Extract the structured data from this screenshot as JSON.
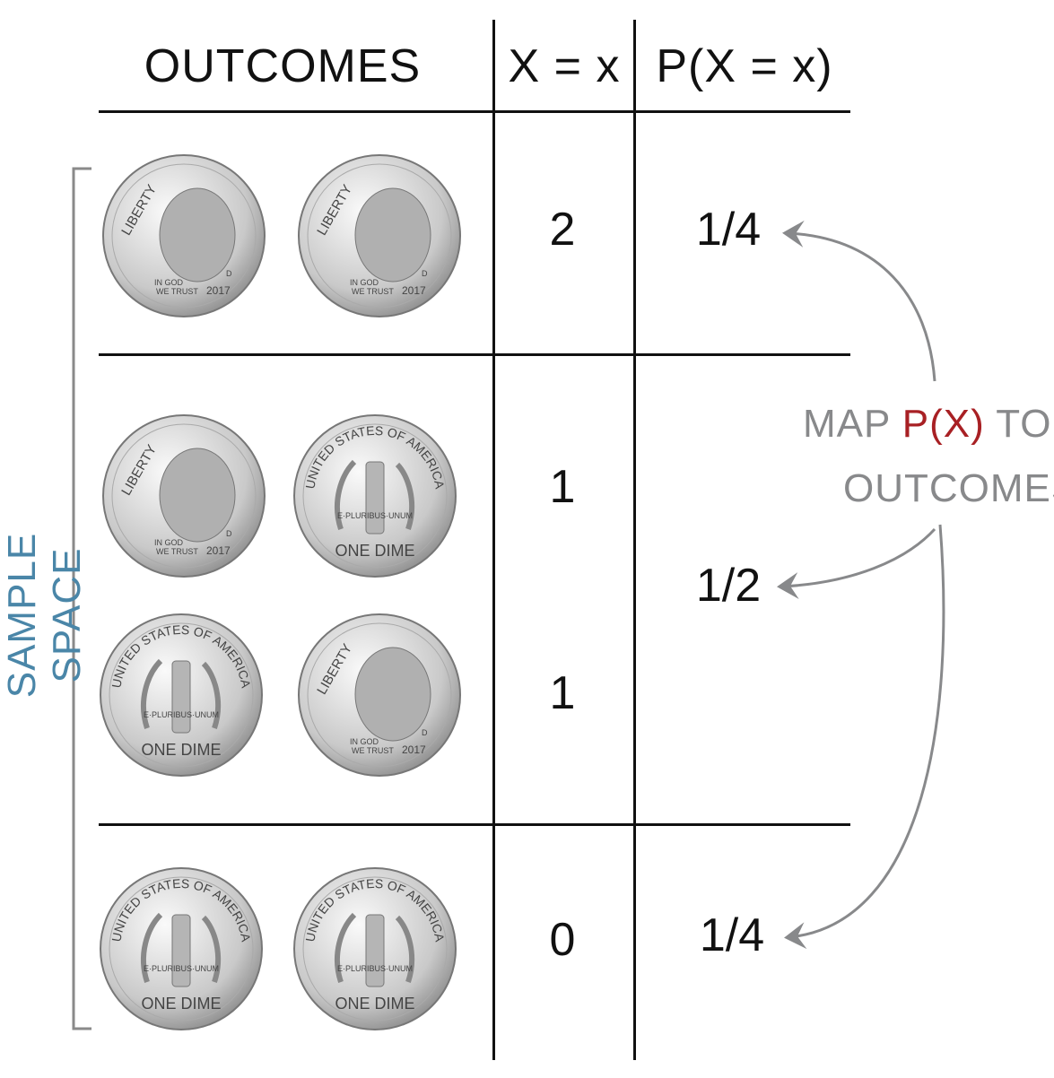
{
  "headers": {
    "outcomes": "OUTCOMES",
    "x_value": "X = x",
    "probability": "P(X = x)"
  },
  "side_label": "SAMPLE SPACE",
  "rows": [
    {
      "coins": [
        "heads",
        "heads"
      ],
      "x": "2",
      "p": "1/4"
    },
    {
      "coins": [
        "heads",
        "tails"
      ],
      "x": "1",
      "p": "1/2"
    },
    {
      "coins": [
        "tails",
        "heads"
      ],
      "x": "1",
      "p": ""
    },
    {
      "coins": [
        "tails",
        "tails"
      ],
      "x": "0",
      "p": "1/4"
    }
  ],
  "annotation": {
    "part1": "MAP ",
    "highlight": "P(X)",
    "part2": " TO",
    "line2": "OUTCOMES"
  },
  "coin_text": {
    "heads": {
      "motto": "LIBERTY",
      "trust1": "IN GOD",
      "trust2": "WE TRUST",
      "year": "2017",
      "mint": "D"
    },
    "tails": {
      "rim": "UNITED STATES OF AMERICA",
      "motto": "E·PLURIBUS·UNUM",
      "denom": "ONE DIME"
    }
  },
  "colors": {
    "line": "#111111",
    "annotation": "#88898b",
    "highlight": "#a82024",
    "side_label": "#4a86a8",
    "bracket": "#8a8a8a"
  }
}
